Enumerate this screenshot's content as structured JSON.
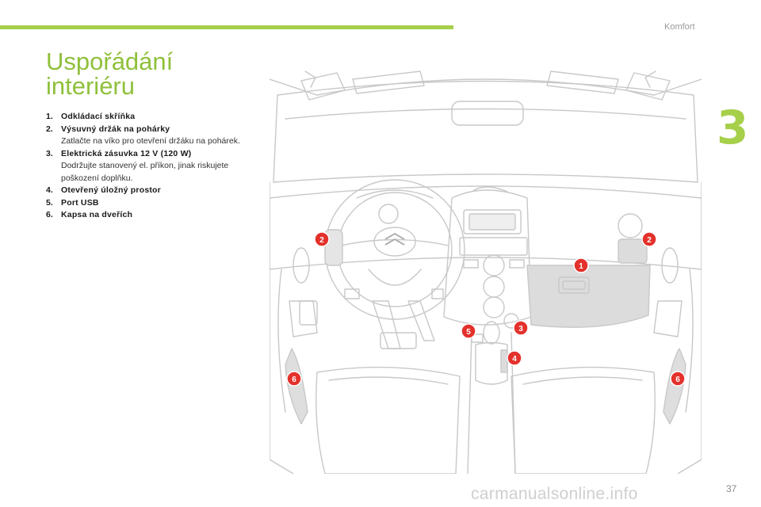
{
  "header": {
    "section": "Komfort",
    "chapter": "3",
    "accent_color": "#a6cf4a"
  },
  "title": {
    "line1": "Uspořádání",
    "line2": "interiéru"
  },
  "legend": [
    {
      "num": "1.",
      "label": "Odkládací skříňka",
      "desc": ""
    },
    {
      "num": "2.",
      "label": "Výsuvný držák na pohárky",
      "desc": "Zatlačte na víko pro otevření držáku na pohárek."
    },
    {
      "num": "3.",
      "label": "Elektrická zásuvka 12 V (120 W)",
      "desc": "Dodržujte stanovený el. příkon, jinak riskujete poškození doplňku."
    },
    {
      "num": "4.",
      "label": "Otevřený úložný prostor",
      "desc": ""
    },
    {
      "num": "5.",
      "label": "Port USB",
      "desc": ""
    },
    {
      "num": "6.",
      "label": "Kapsa na dveřích",
      "desc": ""
    }
  ],
  "callouts": {
    "c1": "1",
    "c2a": "2",
    "c2b": "2",
    "c3": "3",
    "c4": "4",
    "c5": "5",
    "c6a": "6",
    "c6b": "6",
    "marker_color": "#e4312b"
  },
  "footer": {
    "page_number": "37",
    "watermark": "carmanualsonline.info"
  }
}
